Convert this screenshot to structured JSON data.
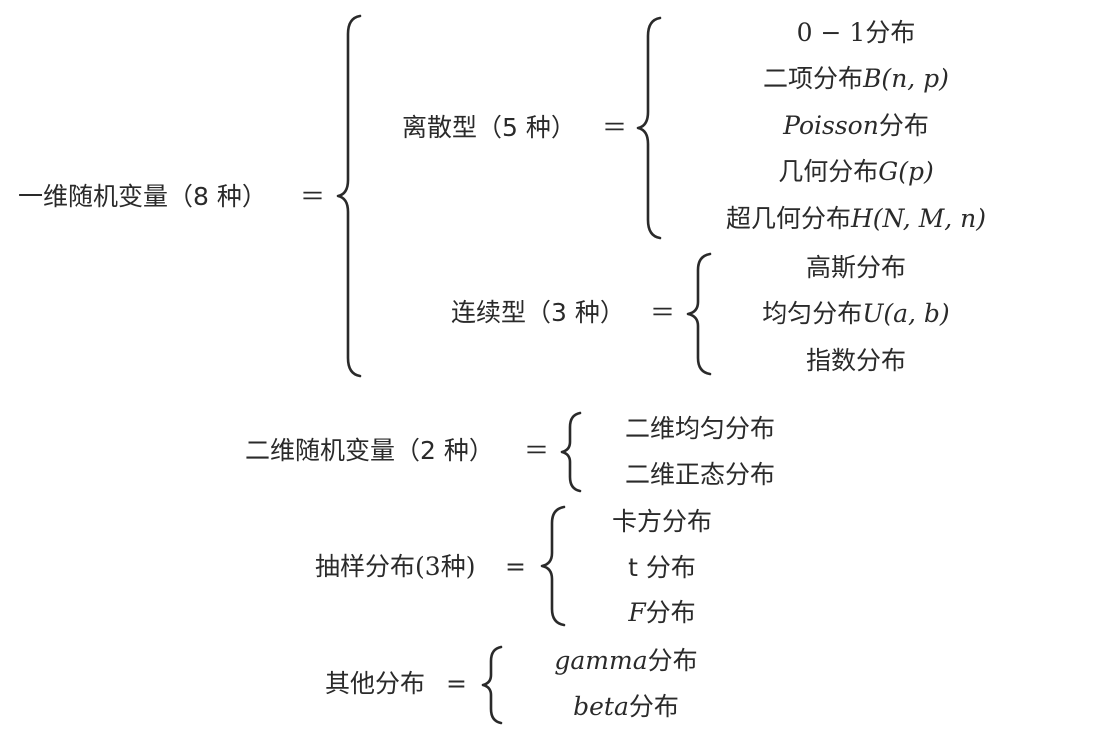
{
  "one_dim": {
    "label": "一维随机变量（8 种）",
    "equals": "＝",
    "discrete": {
      "label": "离散型（5 种）",
      "equals": "＝",
      "items": [
        {
          "text": "0 − 1",
          "suffix": "分布"
        },
        {
          "prefix": "二项分布",
          "math": "B(n, p)"
        },
        {
          "math": "Poisson",
          "suffix": "分布"
        },
        {
          "prefix": "几何分布",
          "math": "G(p)"
        },
        {
          "prefix": "超几何分布",
          "math": "H(N, M, n)"
        }
      ]
    },
    "continuous": {
      "label": "连续型（3 种）",
      "equals": "＝",
      "items": [
        {
          "text": "高斯分布"
        },
        {
          "prefix": "均匀分布",
          "math": "U(a, b)"
        },
        {
          "text": "指数分布"
        }
      ]
    }
  },
  "two_dim": {
    "label": "二维随机变量（2 种）",
    "equals": "＝",
    "items": [
      {
        "text": "二维均匀分布"
      },
      {
        "text": "二维正态分布"
      }
    ]
  },
  "sampling": {
    "label_prefix": "抽样分布",
    "label_paren": "(3",
    "label_zh": "种",
    "label_close": ")",
    "equals": "=",
    "items": [
      {
        "text": "卡方分布"
      },
      {
        "text": "t 分布"
      },
      {
        "math": "F",
        "suffix": "分布"
      }
    ]
  },
  "other": {
    "label": "其他分布",
    "equals": "=",
    "items": [
      {
        "math": "gamma",
        "suffix": "分布"
      },
      {
        "math": "beta",
        "suffix": "分布"
      }
    ]
  }
}
